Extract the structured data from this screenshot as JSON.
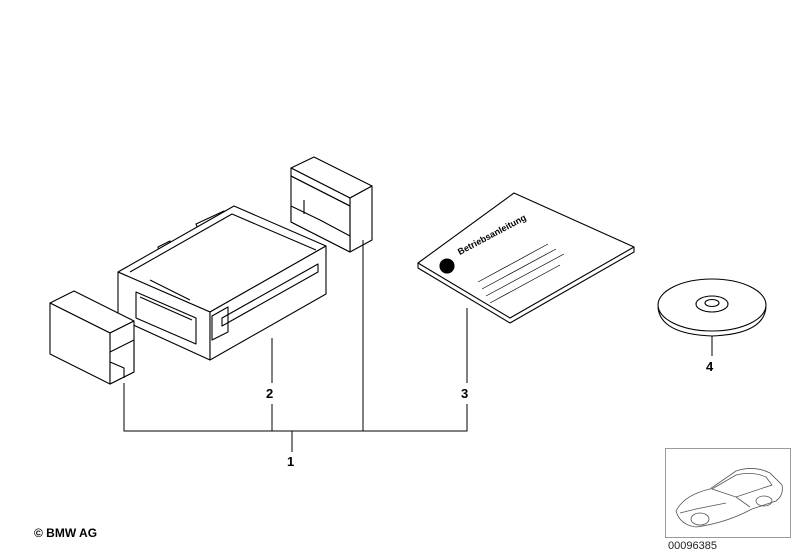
{
  "callouts": {
    "part_1": "1",
    "part_2": "2",
    "part_3": "3",
    "part_4": "4"
  },
  "manual_title": "Betriebsanleitung",
  "copyright": "© BMW AG",
  "diagram_id": "00096385",
  "colors": {
    "line": "#000000",
    "background": "#ffffff",
    "thumbnail_border": "#9a9a9a"
  }
}
